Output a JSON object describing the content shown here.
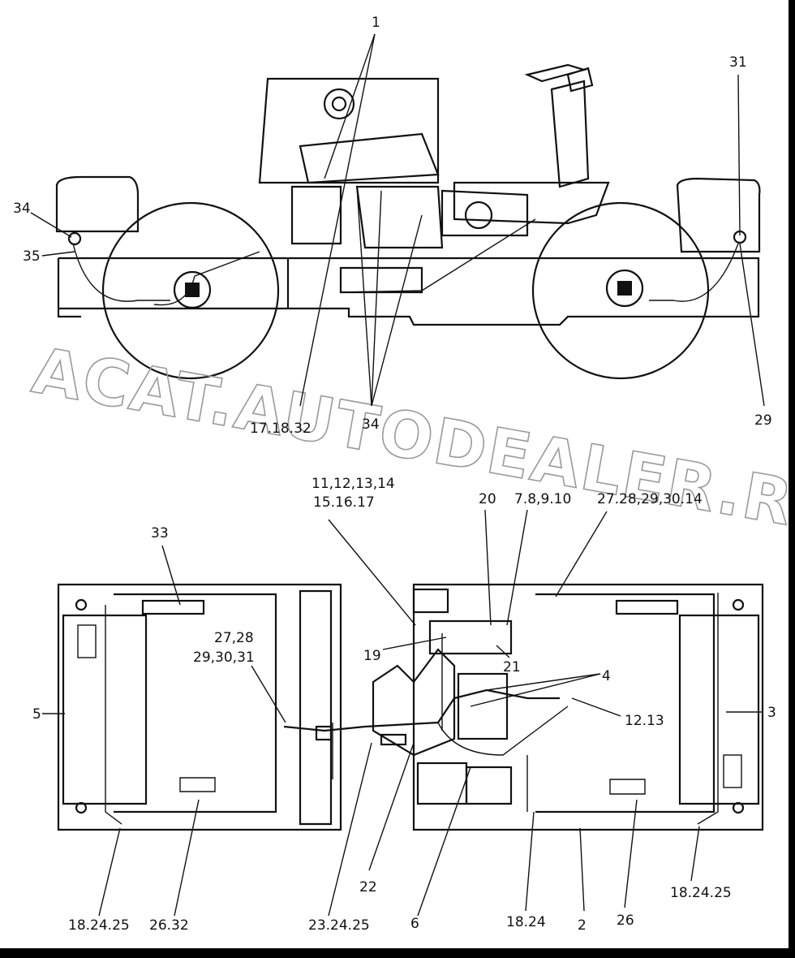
{
  "watermark": "ACAT.AUTODEALER.RU",
  "callouts": {
    "c1": "1",
    "c31": "31",
    "c34_left": "34",
    "c35": "35",
    "c17_18_32": "17.18.32",
    "c34_bottom": "34",
    "c29": "29",
    "c11_14": "11,12,13,14",
    "c15_17": "15.16.17",
    "c20": "20",
    "c7_10": "7.8,9.10",
    "c27_30_14": "27.28,29,30.14",
    "c33": "33",
    "c27_28": "27,28",
    "c29_31": "29,30,31",
    "c19": "19",
    "c21": "21",
    "c4": "4",
    "c3": "3",
    "c5": "5",
    "c12_13": "12.13",
    "c22": "22",
    "c18_24_25_left": "18.24.25",
    "c26_32": "26.32",
    "c23_24_25": "23.24.25",
    "c6": "6",
    "c18_24": "18.24",
    "c2": "2",
    "c26": "26",
    "c18_24_25_right": "18.24.25"
  }
}
